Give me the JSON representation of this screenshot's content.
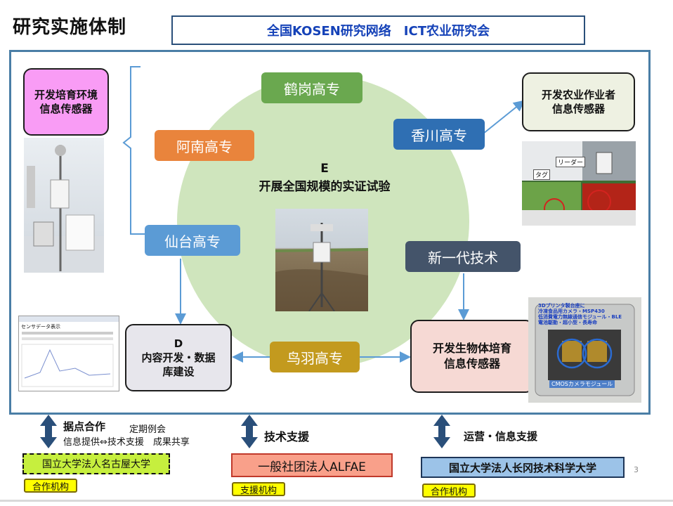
{
  "slide": {
    "title": "研究实施体制",
    "header": "全国KOSEN研究网络　ICT农业研究会",
    "page_number": "3"
  },
  "schools": {
    "tsuruoka": "鹤岗高专",
    "anan": "阿南高专",
    "kagawa": "香川高专",
    "sendai": "仙台高专",
    "toba": "鸟羽高专",
    "next_gen": "新一代技术"
  },
  "boxes": {
    "env_sensor": [
      "开发培育环境",
      "信息传感器"
    ],
    "farmer_sensor": [
      "开发农业作业者",
      "信息传感器"
    ],
    "bio_sensor": [
      "开发生物体培育",
      "信息传感器"
    ],
    "content_db": [
      "D",
      "内容开发・数据",
      "库建设"
    ]
  },
  "center": {
    "letter": "E",
    "text": "开展全国规模的实证试验"
  },
  "photo_labels": {
    "reader": "リーダー",
    "tag": "タグ",
    "screen_title": "センサデータ表示",
    "cmos_module": "CMOSカメラモジュール",
    "board_lines": [
      "3Dプリンタ製台座に",
      "冷凍食品用カメラ・MSP430",
      "低消費電力無線通信モジュール・BLE",
      "電池駆動・超小型・長寿命"
    ]
  },
  "bottom": {
    "nagoya": {
      "heading": "据点合作",
      "note1": "定期例会",
      "note2": "信息提供⇔技术支援　成果共享",
      "org": "国立大学法人名古屋大学",
      "tag": "合作机构",
      "org_color": "#c6ef3e"
    },
    "alfae": {
      "heading": "技术支援",
      "org": "一般社团法人ALFAE",
      "tag": "支援机构",
      "org_color": "#f9a08a"
    },
    "nagaoka": {
      "heading": "运营・信息支援",
      "org": "国立大学法人长冈技术科学大学",
      "tag": "合作机构",
      "org_color": "#9cc3e8"
    }
  },
  "colors": {
    "frame": "#4a7ea6",
    "circle": "#cfe5bd",
    "arrow": "#5b9bd5",
    "updown_arrow": "#2a4f7a"
  }
}
